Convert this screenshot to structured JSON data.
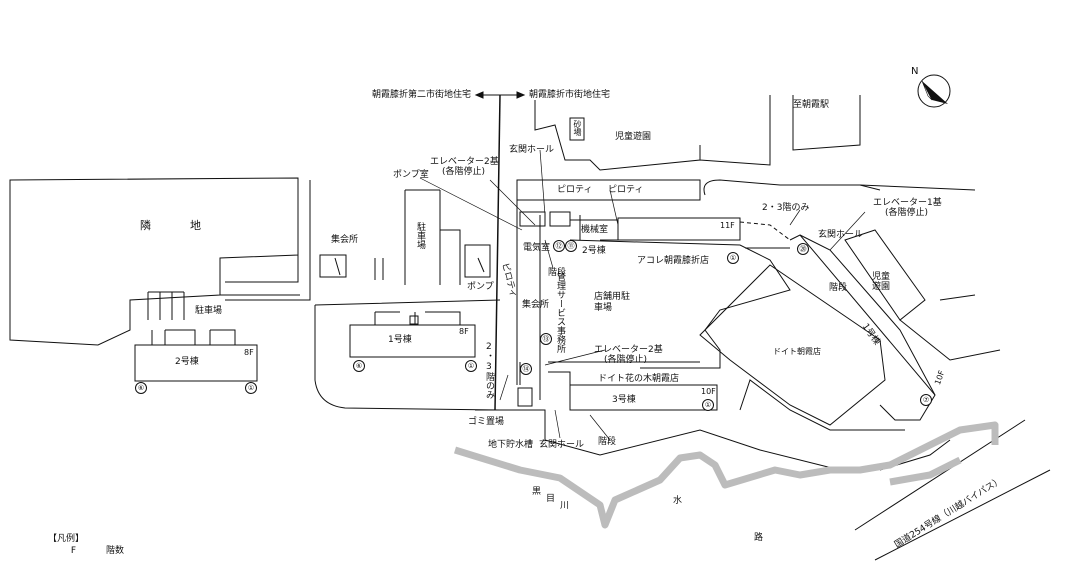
{
  "areas": {
    "vacant_lot": "隣　地",
    "children_playground_top": "児童遊園",
    "sand_pit": "砂場",
    "children_playground_right": "児童遊園",
    "parking_left": "駐車場",
    "parking_mid": "駐車場",
    "store_parking": "店舗用駐車場",
    "store_main": "ドイト朝霞店",
    "store_wood": "ドイト花の木朝霞店",
    "store_acore": "アコレ朝霞膝折店",
    "meeting_hall_left": "集会所",
    "meeting_hall_mid": "集会所",
    "pump": "ポンプ",
    "pump_room": "ポンプ室",
    "machine_room": "機械室",
    "electric_room": "電気室",
    "pilotis_1": "ピロティ",
    "pilotis_2": "ピロティ",
    "pilotis_vertical": "ピロティ",
    "mgmt_office": "管理サービス事務所",
    "garbage": "ゴミ置場",
    "underground_tank": "地下貯水槽",
    "entrance_hall_top": "玄関ホール",
    "entrance_hall_bottom": "玄関ホール",
    "entrance_hall_right": "玄関ホール",
    "stairs_1": "階段",
    "stairs_2": "階段",
    "stairs_3": "階段",
    "elevator_2_top": "エレベーター2基",
    "elevator_2_top_sub": "(各階停止)",
    "elevator_2_mid": "エレベーター2基",
    "elevator_2_mid_sub": "(各階停止)",
    "elevator_1": "エレベーター1基",
    "elevator_1_sub": "(各階停止)",
    "floors_23_a": "2・3階のみ",
    "floors_23_b_1": "2",
    "floors_23_b_2": "・",
    "floors_23_b_3": "3",
    "floors_23_b_4": "階のみ"
  },
  "buildings": {
    "west_2": {
      "name": "2号棟",
      "floors": "8F",
      "num_left": "⑥",
      "num_right": "①"
    },
    "west_1": {
      "name": "1号棟",
      "floors": "8F",
      "num_left": "⑥",
      "num_right": "①"
    },
    "east_2": {
      "name": "2号棟",
      "floors": "11F",
      "num_a": "⑫",
      "num_b": "⑪",
      "num_c": "①"
    },
    "east_3": {
      "name": "3号棟",
      "floors": "10F",
      "num_a": "⑭",
      "num_b": "⑬",
      "num_c": "①"
    },
    "east_1": {
      "name": "1号棟",
      "floors": "10F",
      "num_a": "⑳",
      "num_b": "⑦"
    }
  },
  "labels": {
    "arrow_left": "朝霞膝折第二市街地住宅",
    "arrow_right": "朝霞膝折市街地住宅",
    "to_station": "至朝霞駅",
    "river_1": "黒",
    "river_2": "目",
    "river_3": "川",
    "water_1": "水",
    "water_2": "路",
    "route": "国道254号線（川越バイパス）",
    "compass_letter": "N"
  },
  "legend": {
    "title": "【凡例】",
    "key": "F",
    "desc": "階数"
  },
  "icons": {
    "compass": "north-arrow-icon"
  }
}
